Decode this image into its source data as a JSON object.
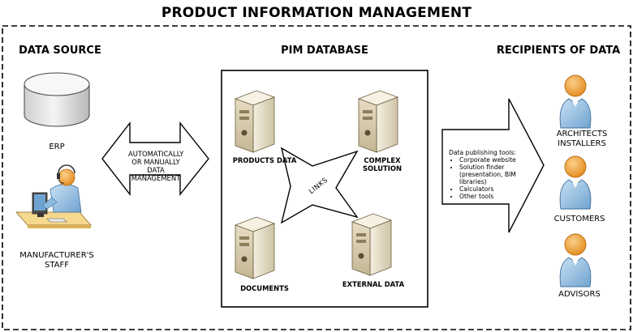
{
  "title": "PRODUCT INFORMATION MANAGEMENT",
  "sections": {
    "source": "DATA SOURCE",
    "pim": "PIM DATABASE",
    "recipients": "RECIPIENTS OF DATA"
  },
  "source_nodes": {
    "erp": "ERP",
    "staff": "MANUFACTURER'S STAFF"
  },
  "transfer_label": "AUTOMATICALLY OR MANUALLY DATA MANAGEMENT",
  "pim_nodes": {
    "products": "PRODUCTS DATA",
    "complex": "COMPLEX SOLUTION",
    "documents": "DOCUMENTS",
    "external": "EXTERNAL DATA",
    "links": "LINKS"
  },
  "publishing": {
    "heading": "Data publishing tools:",
    "items": [
      "Corporate website",
      "Solution finder (presentation, BIM libraries)",
      "Calculators",
      "Other tools"
    ]
  },
  "recipients": {
    "architects": "ARCHITECTS INSTALLERS",
    "customers": "CUSTOMERS",
    "advisors": "ADVISORS"
  },
  "colors": {
    "server_body": "#e9e1cc",
    "server_front": "#d6cbb0",
    "person_blue": "#9cc4e4",
    "head_orange": "#f4a63e",
    "desk": "#f6d88e"
  }
}
